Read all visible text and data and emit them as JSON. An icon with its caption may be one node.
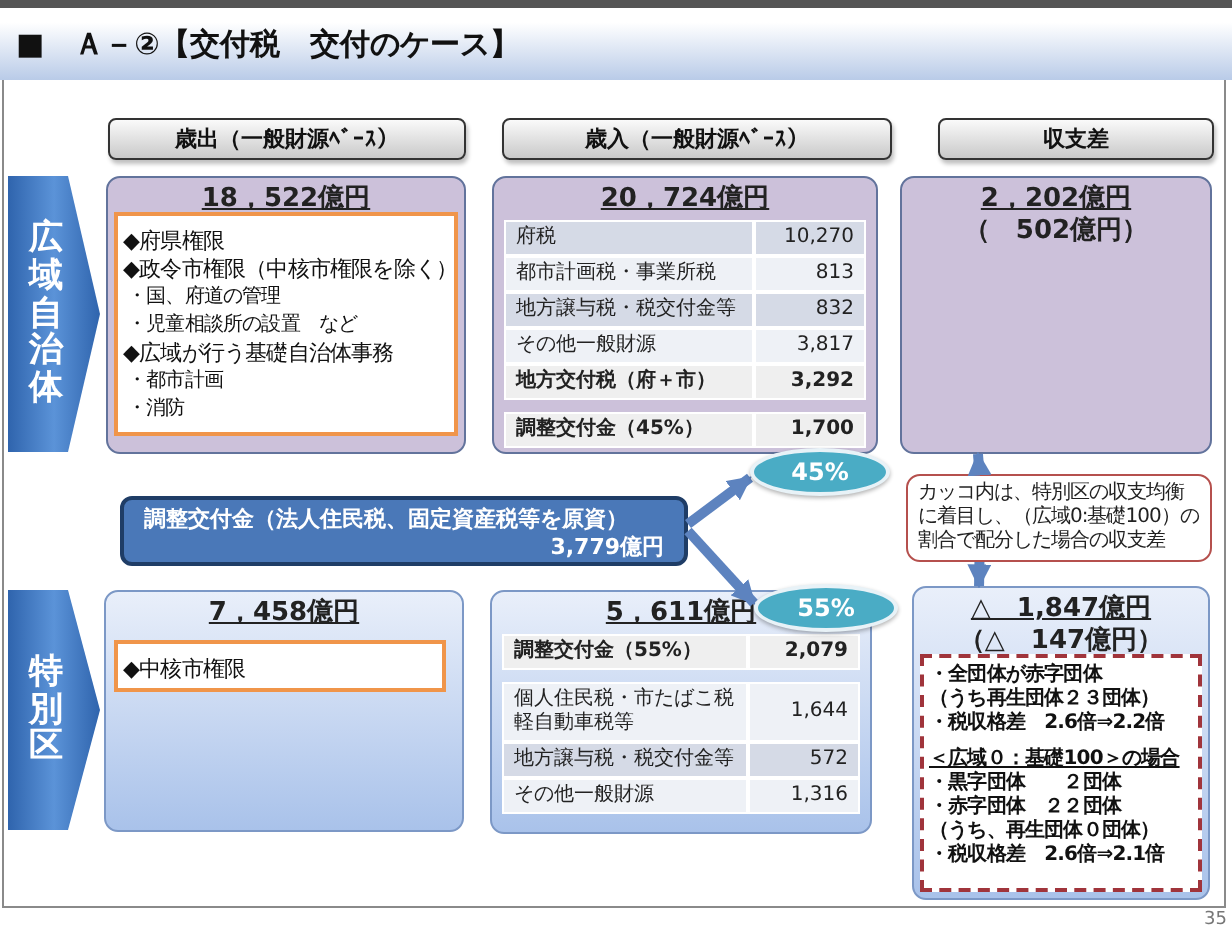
{
  "diagram": {
    "title": "■　Ａ－②【交付税　交付のケース】",
    "nodes": [
      {
        "text": [
          "歳出（一般財源ﾍﾞｰｽ）"
        ]
      },
      {
        "text": [
          "歳入（一般財源ﾍﾞｰｽ）"
        ]
      },
      {
        "text": [
          "収支差"
        ]
      },
      {
        "text": [
          "広域自治体"
        ]
      },
      {
        "text": [
          "18，522億円"
        ]
      },
      {
        "text": [
          "◆府県権限",
          "◆政令市権限（中核市権限を除く）",
          "・国、府道の管理",
          "・児童相談所の設置　など",
          "◆広域が行う基礎自治体事務",
          "・都市計画",
          "・消防"
        ],
        "in": 4
      },
      {
        "text": [
          "20，724億円",
          "府税",
          "10,270",
          "都市計画税・事業所税",
          "813",
          "地方譲与税・税交付金等",
          "832",
          "その他一般財源",
          "3,817",
          "地方交付税（府＋市）",
          "3,292",
          "調整交付金（45%）",
          "1,700"
        ]
      },
      {
        "text": [
          "2，202億円",
          "（　502億円）"
        ]
      },
      {
        "text": [
          "調整交付金（法人住民税、固定資産税等を原資）",
          "3,779億円"
        ]
      },
      {
        "text": [
          "45%"
        ]
      },
      {
        "text": [
          "55%"
        ]
      },
      {
        "text": [
          "カッコ内は、特別区の収支均衡に着目し、（広域0:基礎100）の割合で配分した場合の収支差"
        ]
      },
      {
        "text": [
          "特別区"
        ]
      },
      {
        "text": [
          "7，458億円"
        ]
      },
      {
        "text": [
          "◆中核市権限"
        ],
        "in": 13
      },
      {
        "text": [
          "5，611億円",
          "調整交付金（55%）",
          "2,079",
          "個人住民税・市たばこ税軽自動車税等",
          "1,644",
          "地方譲与税・税交付金等",
          "572",
          "その他一般財源",
          "1,316"
        ]
      },
      {
        "text": [
          "△　1,847億円",
          "（△　147億円）"
        ]
      },
      {
        "text": [
          "・全団体が赤字団体",
          "（うち再生団体２３団体）",
          "・税収格差　2.6倍⇒2.2倍",
          "＜広域０：基礎100＞の場合",
          "・黒字団体　　２団体",
          "・赤字団体　２２団体",
          "（うち、再生団体０団体）",
          "・税収格差　2.6倍⇒2.1倍"
        ],
        "in": 16
      }
    ],
    "edges": [
      {
        "from": 8,
        "to": 9,
        "arrow": "to"
      },
      {
        "from": 8,
        "to": 10,
        "arrow": "to"
      },
      {
        "from": 11,
        "to": 7,
        "arrow": "to"
      },
      {
        "from": 11,
        "to": 16,
        "arrow": "to"
      }
    ],
    "labels": [
      "35"
    ]
  }
}
